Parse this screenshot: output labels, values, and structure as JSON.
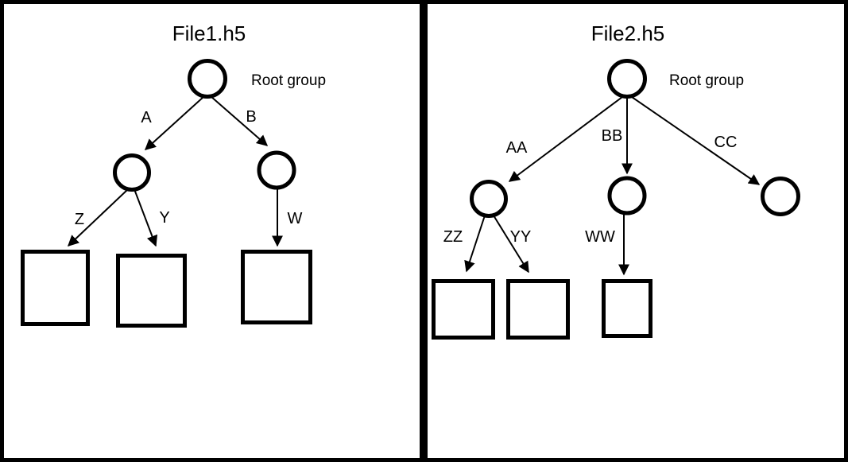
{
  "diagram": {
    "left": {
      "title": "File1.h5",
      "root_label": "Root group",
      "links": [
        {
          "label": "A",
          "from": "root-group",
          "to": "group-a"
        },
        {
          "label": "B",
          "from": "root-group",
          "to": "group-b"
        },
        {
          "label": "Z",
          "from": "group-a",
          "to": "dataset-z"
        },
        {
          "label": "Y",
          "from": "group-a",
          "to": "dataset-y"
        },
        {
          "label": "W",
          "from": "group-b",
          "to": "dataset-w"
        }
      ]
    },
    "right": {
      "title": "File2.h5",
      "root_label": "Root group",
      "links": [
        {
          "label": "AA",
          "from": "root-group",
          "to": "group-aa"
        },
        {
          "label": "BB",
          "from": "root-group",
          "to": "group-bb"
        },
        {
          "label": "CC",
          "from": "root-group",
          "to": "group-cc"
        },
        {
          "label": "ZZ",
          "from": "group-aa",
          "to": "dataset-zz"
        },
        {
          "label": "YY",
          "from": "group-aa",
          "to": "dataset-yy"
        },
        {
          "label": "WW",
          "from": "group-bb",
          "to": "dataset-ww"
        }
      ]
    },
    "colors": {
      "ink": "#000000",
      "background": "#ffffff"
    }
  }
}
